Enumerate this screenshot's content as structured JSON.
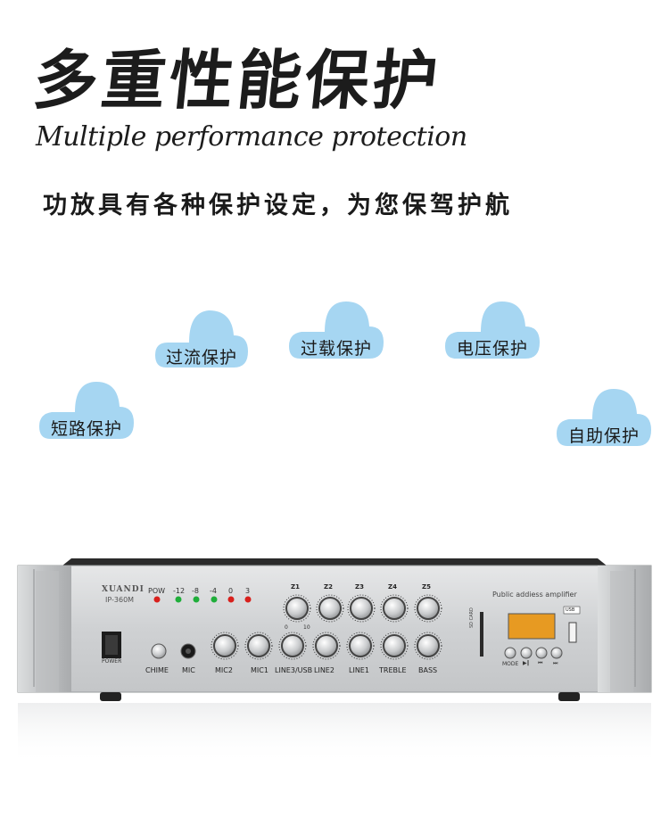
{
  "hero": {
    "title": "多重性能保护",
    "subtitle": "Multiple performance protection",
    "tagline": "功放具有各种保护设定，为您保驾护航"
  },
  "clouds": [
    {
      "label": "过流保护"
    },
    {
      "label": "过载保护"
    },
    {
      "label": "电压保护"
    },
    {
      "label": "短路保护"
    },
    {
      "label": "自助保护"
    }
  ],
  "colors": {
    "cloud": "#a6d6f2",
    "title": "#1c1c1c",
    "panel": "#d4d6d8",
    "led_green": "#1fae3a",
    "led_red": "#d8201c",
    "display": "#e79a22"
  },
  "device": {
    "brand": "XUANDI",
    "model": "IP-360M",
    "product_name": "Public addiess amplifier",
    "power_label": "POWER",
    "pow_label": "POW",
    "vu_labels": [
      "-12",
      "-8",
      "-4",
      "0",
      "3"
    ],
    "zone_labels": [
      "Z1",
      "Z2",
      "Z3",
      "Z4",
      "Z5"
    ],
    "bottom_labels": [
      "CHIME",
      "MIC",
      "MIC2",
      "MIC1",
      "LINE3/USB",
      "LINE2",
      "LINE1",
      "TREBLE",
      "BASS"
    ],
    "scale_min": "0",
    "scale_max": "10",
    "usb_label": "USB",
    "card_label": "SD CARD",
    "player_labels": [
      "MODE",
      "▶‖",
      "⏮",
      "⏭"
    ]
  }
}
